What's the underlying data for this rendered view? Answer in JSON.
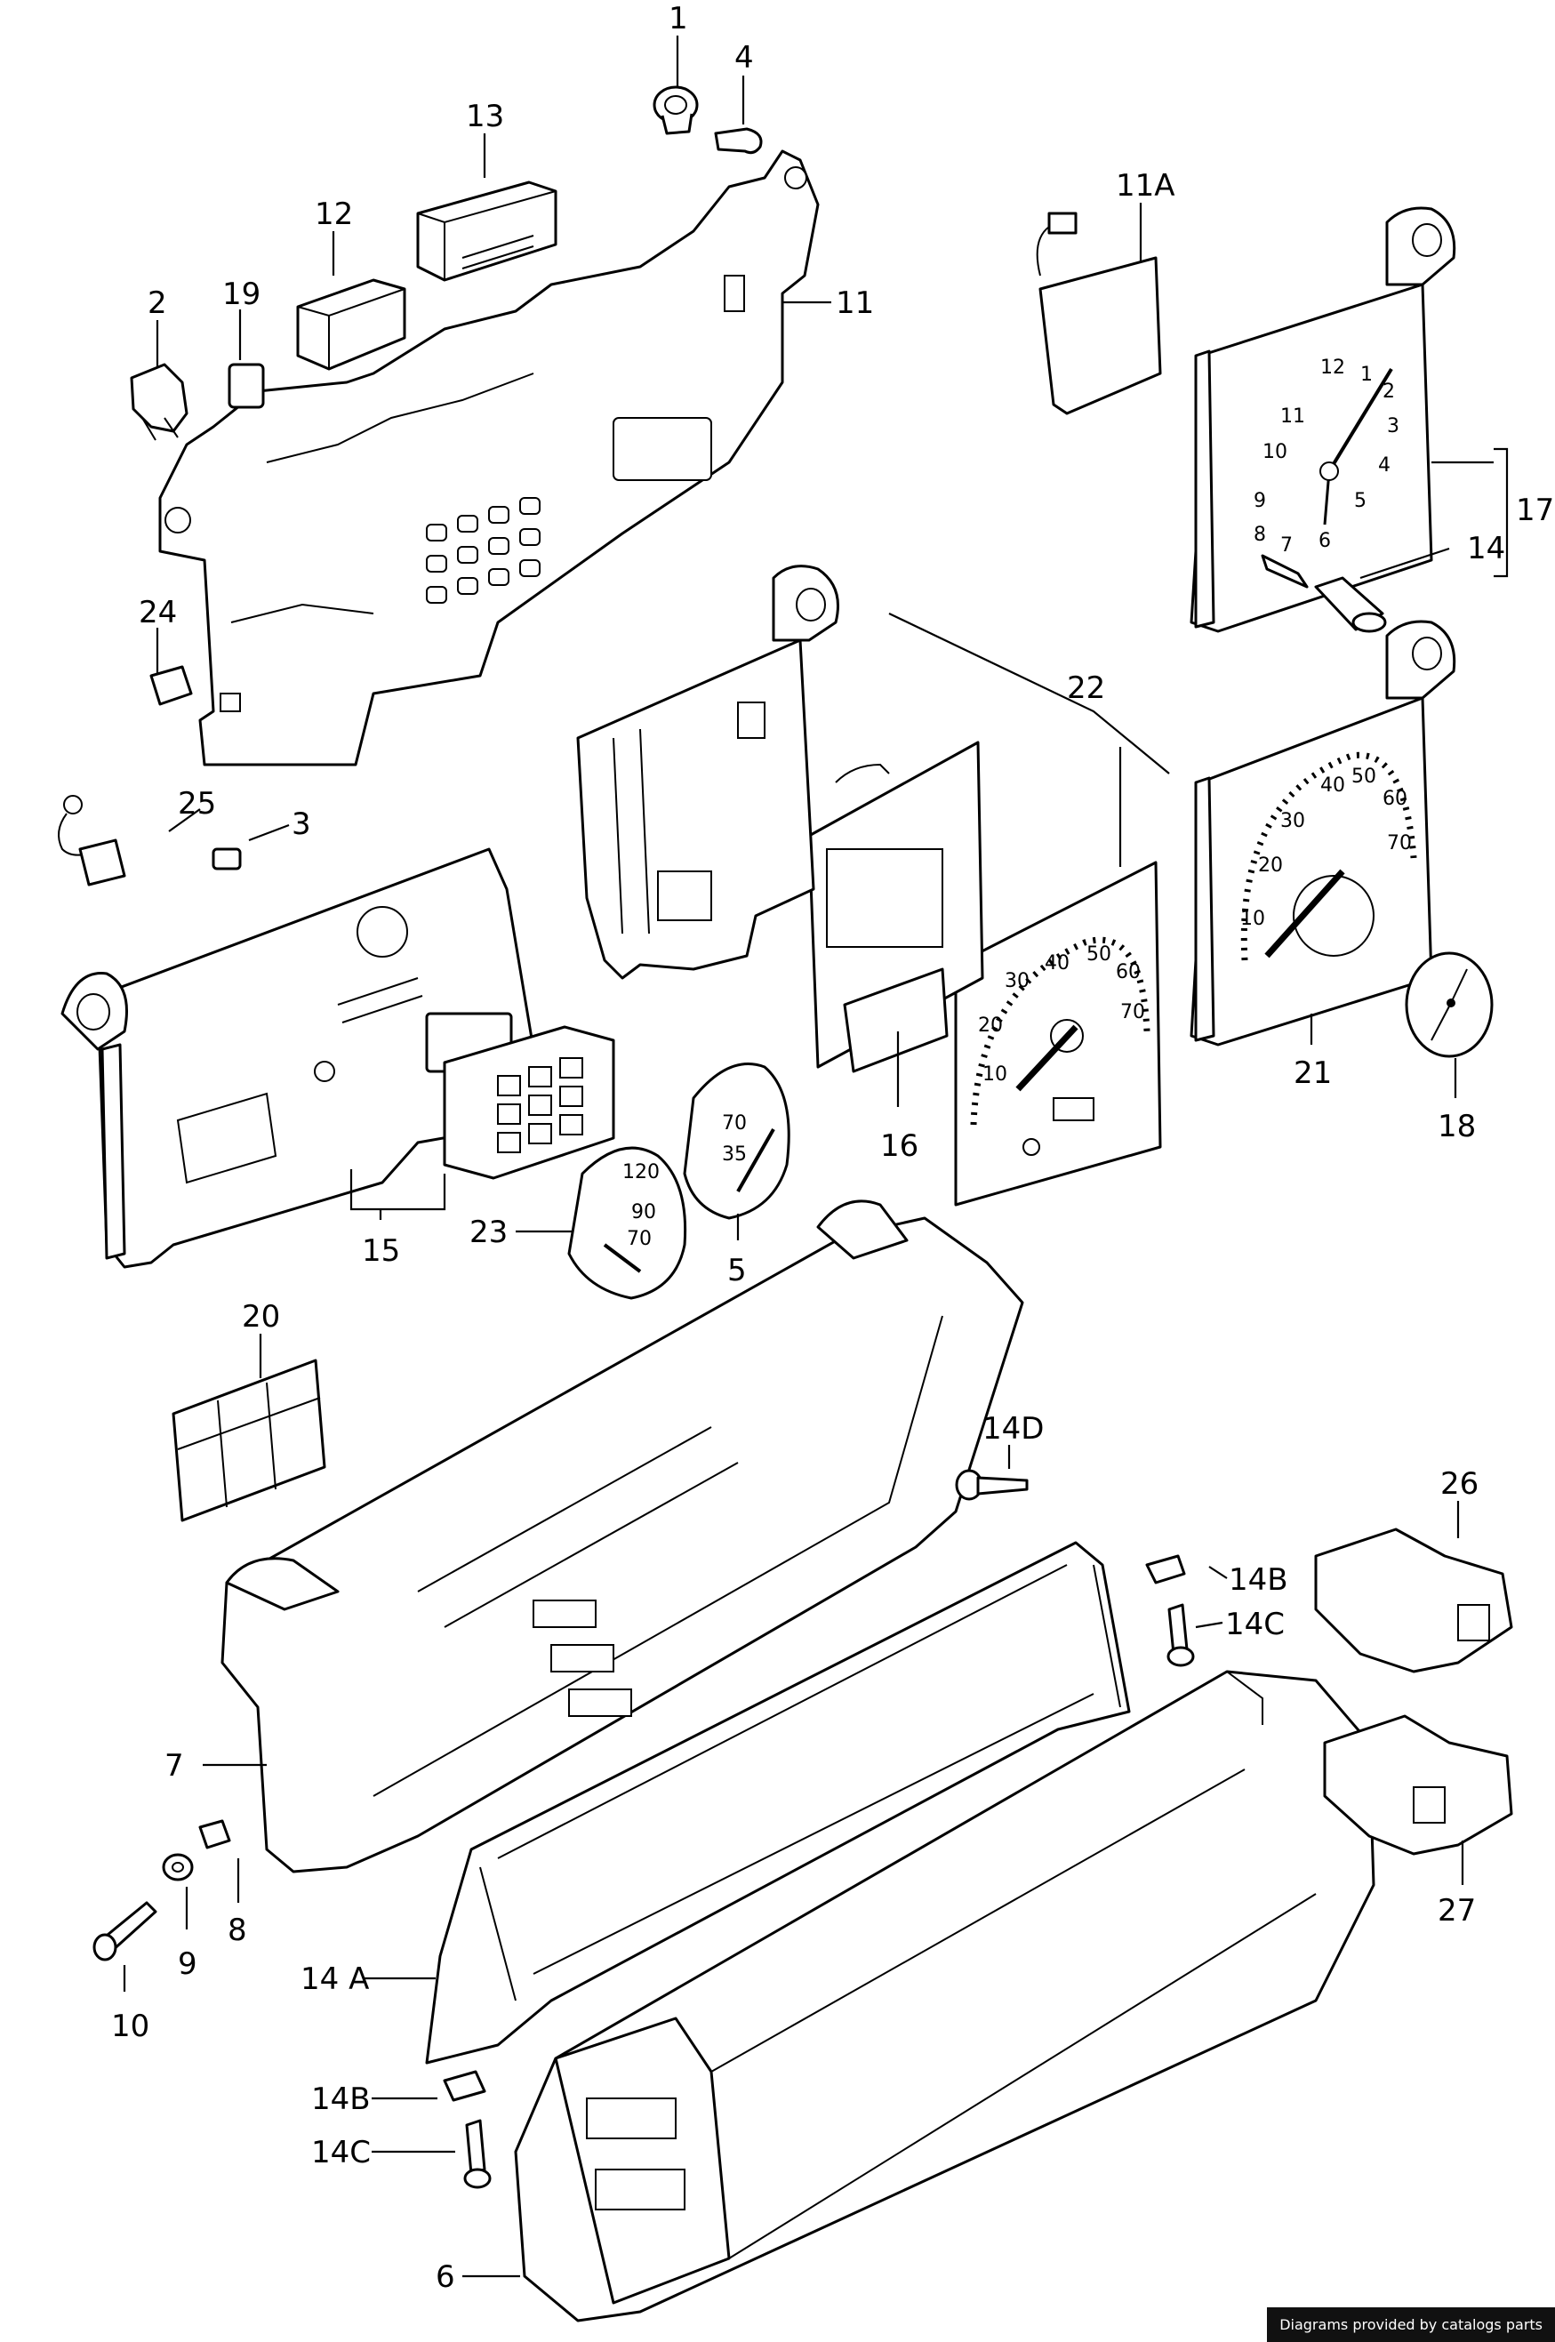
{
  "callouts": {
    "p1": "1",
    "p2": "2",
    "p3": "3",
    "p4": "4",
    "p5": "5",
    "p6": "6",
    "p7": "7",
    "p8": "8",
    "p9": "9",
    "p10": "10",
    "p11": "11",
    "p11a": "11A",
    "p12": "12",
    "p13": "13",
    "p14": "14",
    "p14a": "14 A",
    "p14b_top": "14B",
    "p14c_top": "14C",
    "p14b_bot": "14B",
    "p14c_bot": "14C",
    "p14d": "14D",
    "p15": "15",
    "p16": "16",
    "p17": "17",
    "p18": "18",
    "p19": "19",
    "p20": "20",
    "p21": "21",
    "p22": "22",
    "p23": "23",
    "p24": "24",
    "p25": "25",
    "p26": "26",
    "p27": "27"
  },
  "clock_numerals": [
    "12",
    "1",
    "2",
    "3",
    "4",
    "5",
    "6",
    "7",
    "8",
    "9",
    "10",
    "11"
  ],
  "speedo_numerals": [
    "10",
    "20",
    "30",
    "40",
    "50",
    "60",
    "70"
  ],
  "small_gauge_numerals": [
    "120",
    "90",
    "70"
  ],
  "fuel_gauge_numerals": [
    "70",
    "35"
  ],
  "footer": "Diagrams provided by catalogs parts"
}
